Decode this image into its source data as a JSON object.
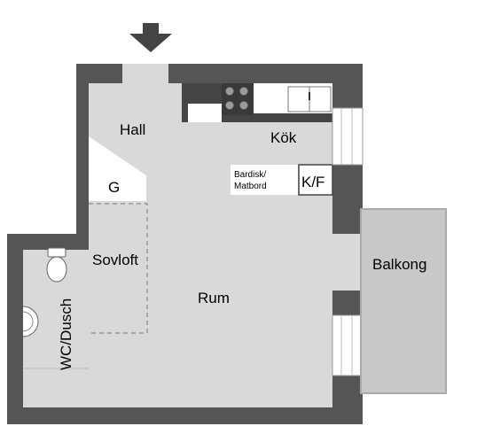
{
  "rooms": {
    "hall": "Hall",
    "kok": "Kök",
    "g": "G",
    "bardisk_line1": "Bardisk/",
    "bardisk_line2": "Matbord",
    "kf": "K/F",
    "sovloft": "Sovloft",
    "balkong": "Balkong",
    "rum": "Rum",
    "wc": "WC/Dusch"
  },
  "colors": {
    "wall": "#555555",
    "floor": "#d9d9d9",
    "balcony": "#c8c8c8",
    "white": "#ffffff",
    "appliance": "#333333"
  },
  "icons": [
    "entrance-arrow-icon",
    "stove-icon",
    "sink-icon",
    "toilet-icon",
    "washbasin-icon"
  ]
}
